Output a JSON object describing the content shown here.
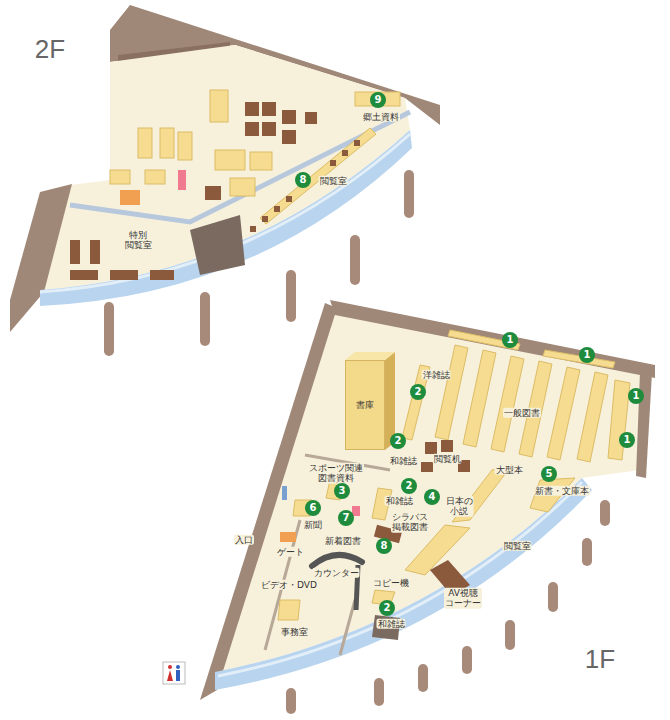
{
  "diagram": {
    "nodes": [
      {
        "text": [
          "書庫"
        ]
      }
    ],
    "labels": [
      "2F",
      "9",
      "郷土資料",
      "8",
      "閲覧室",
      "特別 閲覧室",
      "1",
      "1",
      "1",
      "1",
      "洋雑誌",
      "2",
      "一般図書",
      "2",
      "和雑誌",
      "閲覧机",
      "スポーツ関連 図書資料",
      "3",
      "大型本",
      "5",
      "新書・文庫本",
      "2",
      "和雑誌",
      "4",
      "日本の 小説",
      "シラバス 掲載図書",
      "6",
      "新聞",
      "7",
      "新着図書",
      "8",
      "入口",
      "ゲート",
      "カウンター",
      "ビデオ・DVD",
      "コピー機",
      "2",
      "和雑誌",
      "AV視聴 コーナー",
      "閲覧室",
      "事務室",
      "1F"
    ]
  }
}
